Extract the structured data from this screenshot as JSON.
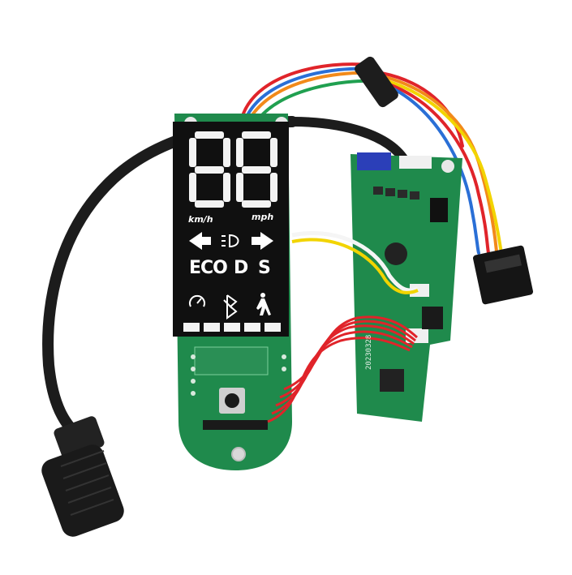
{
  "photo": {
    "display_labels": {
      "speed_unit_left": "km/h",
      "speed_unit_right": "mph",
      "mode_eco": "ECO",
      "mode_drive": "D",
      "mode_sport": "S"
    },
    "controller_board": {
      "date_code": "20230328"
    },
    "icons": [
      "arrow-left-icon",
      "headlight-icon",
      "arrow-right-icon",
      "cruise-icon",
      "bluetooth-icon",
      "walk-icon"
    ],
    "colors": {
      "pcb_green": "#1f8a4c",
      "display_black": "#111111",
      "cable_black": "#1a1a1a",
      "wire_red": "#e0242a",
      "wire_yellow": "#f2d400",
      "wire_orange": "#f28a1a",
      "wire_blue": "#2a6fd6",
      "connector_blue": "#2b3fb8"
    }
  }
}
